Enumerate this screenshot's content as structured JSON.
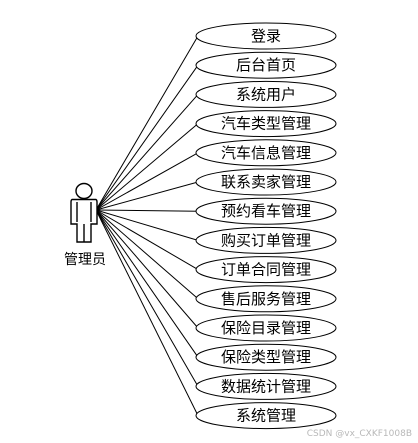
{
  "actor": {
    "label": "管理员",
    "icon": "stick-figure-actor-icon"
  },
  "use_cases": [
    "登录",
    "后台首页",
    "系统用户",
    "汽车类型管理",
    "汽车信息管理",
    "联系卖家管理",
    "预约看车管理",
    "购买订单管理",
    "订单合同管理",
    "售后服务管理",
    "保险目录管理",
    "保险类型管理",
    "数据统计管理",
    "系统管理"
  ],
  "watermark": "CSDN @vx_CXKF1008B",
  "colors": {
    "stroke": "#000000",
    "background": "#ffffff",
    "watermark": "#b8b8b8"
  }
}
